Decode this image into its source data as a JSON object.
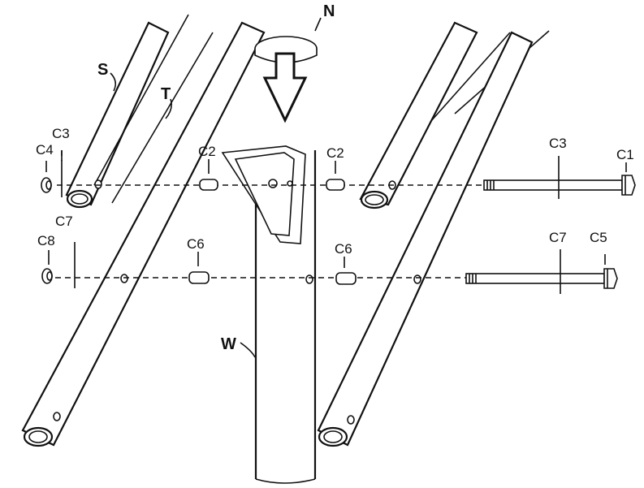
{
  "labels": {
    "N": "N",
    "S": "S",
    "T": "T",
    "W": "W",
    "C1": "C1",
    "C2_left": "C2",
    "C2_right": "C2",
    "C3_left": "C3",
    "C3_right": "C3",
    "C4": "C4",
    "C5": "C5",
    "C6_left": "C6",
    "C6_right": "C6",
    "C7_left": "C7",
    "C7_right": "C7",
    "C8": "C8"
  }
}
